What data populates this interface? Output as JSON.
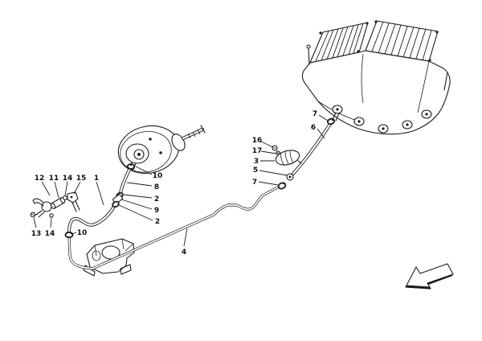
{
  "page": {
    "background_color": "#ffffff",
    "line_color": "#1c1c1c"
  },
  "diagram": {
    "kind": "exploded-parts-diagram",
    "components": [
      {
        "name": "intake-manifold"
      },
      {
        "name": "brake-booster"
      },
      {
        "name": "vacuum-tap-assembly"
      },
      {
        "name": "one-way-valve"
      },
      {
        "name": "vacuum-pipe"
      },
      {
        "name": "chassis-bracket"
      },
      {
        "name": "direction-arrow"
      }
    ],
    "icons": {
      "direction_arrow": "arrow-pointing-down-left"
    },
    "callouts": [
      {
        "label": "12"
      },
      {
        "label": "11"
      },
      {
        "label": "14"
      },
      {
        "label": "15"
      },
      {
        "label": "1"
      },
      {
        "label": "13"
      },
      {
        "label": "14"
      },
      {
        "label": "10"
      },
      {
        "label": "10"
      },
      {
        "label": "8"
      },
      {
        "label": "2"
      },
      {
        "label": "9"
      },
      {
        "label": "2"
      },
      {
        "label": "4"
      },
      {
        "label": "16"
      },
      {
        "label": "17"
      },
      {
        "label": "3"
      },
      {
        "label": "5"
      },
      {
        "label": "7"
      },
      {
        "label": "7"
      },
      {
        "label": "6"
      }
    ]
  }
}
